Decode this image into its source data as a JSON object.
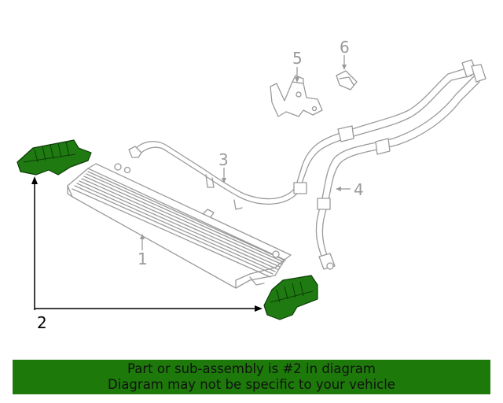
{
  "callouts": {
    "c1": "1",
    "c2": "2",
    "c3": "3",
    "c4": "4",
    "c5": "5",
    "c6": "6"
  },
  "banner": {
    "line1": "Part or sub-assembly is #2 in diagram",
    "line2": "Diagram may not be specific to your vehicle"
  },
  "colors": {
    "highlight_part": "#1f7a12",
    "banner_background": "#1d7a0a",
    "line_art": "#9a9a9a"
  }
}
